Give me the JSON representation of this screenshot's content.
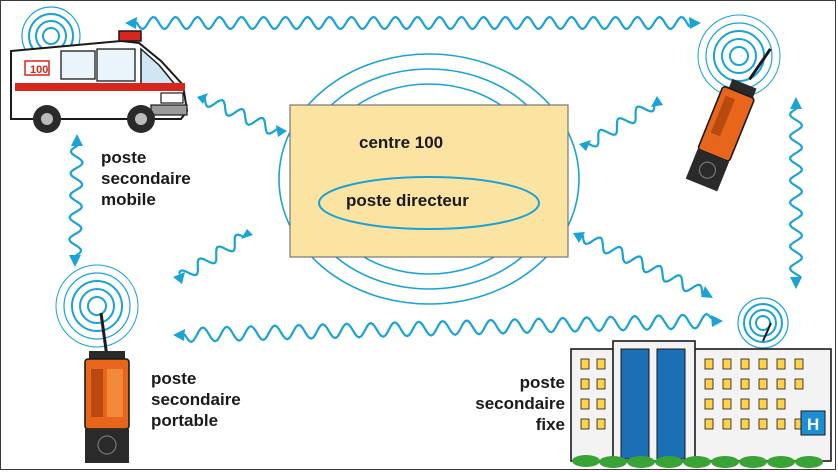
{
  "center": {
    "title": "centre 100",
    "director": "poste directeur"
  },
  "stations": {
    "mobile": {
      "lines": [
        "poste",
        "secondaire",
        "mobile"
      ],
      "vehicle_number": "100"
    },
    "portable": {
      "lines": [
        "poste",
        "secondaire",
        "portable"
      ]
    },
    "fixe": {
      "lines": [
        "poste",
        "secondaire",
        "fixe"
      ],
      "hospital_sign": "H"
    }
  },
  "colors": {
    "wave": "#1aa3d6",
    "center_fill": "#fbe3a2",
    "center_border": "#777777",
    "radio_orange": "#e8661c",
    "building_glass": "#1b6fb5",
    "grass": "#3aa335"
  }
}
